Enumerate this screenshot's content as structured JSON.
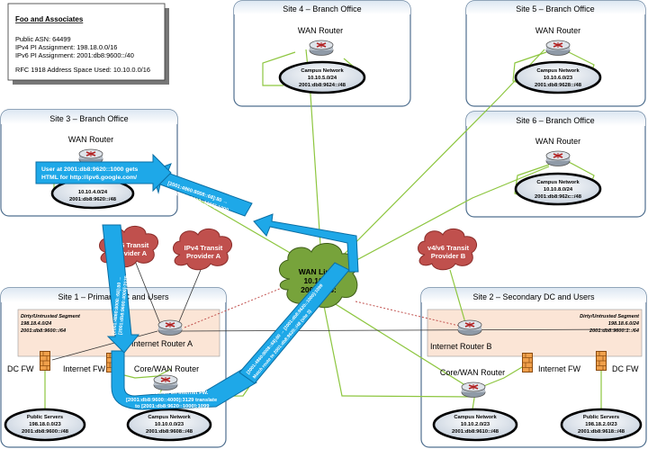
{
  "info_box": {
    "title": "Foo and Associates",
    "lines": [
      "Public ASN: 64499",
      "IPv4 PI Assignment: 198.18.0.0/16",
      "IPv6 PI Assignment: 2001:db8:9600::/40",
      "",
      "RFC 1918 Address Space Used: 10.10.0.0/16"
    ]
  },
  "sites": {
    "site4": {
      "title": "Site 4 – Branch Office",
      "router": "WAN Router",
      "campus": [
        "Campus Network",
        "10.10.5.0/24",
        "2001:db8:9624::/48"
      ]
    },
    "site5": {
      "title": "Site 5 – Branch Office",
      "router": "WAN Router",
      "campus": [
        "Campus Network",
        "10.10.6.0/23",
        "2001:db8:9628::/48"
      ]
    },
    "site6": {
      "title": "Site 6 – Branch Office",
      "router": "WAN Router",
      "campus": [
        "Campus Network",
        "10.10.8.0/24",
        "2001:db8:962c::/48"
      ]
    },
    "site3": {
      "title": "Site 3 – Branch Office",
      "router": "WAN Router",
      "campus": [
        "10.10.4.0/24",
        "2001:db8:9620::/48"
      ]
    },
    "site1": {
      "title": "Site 1 – Primary DC and Users",
      "dirty": [
        "Dirty/Untrusted Segment",
        "198.18.4.0/24",
        "2001:db8:9600::/64"
      ],
      "internet_router": "Internet Router A",
      "internet_fw": "Internet FW",
      "dc_fw": "DC FW",
      "core_router": "Core/WAN Router",
      "public_servers": [
        "Public Servers",
        "198.18.0.0/23",
        "2001:db8:9600::/48"
      ],
      "campus": [
        "Campus Network",
        "10.10.0.0/23",
        "2001:db8:9608::/48"
      ]
    },
    "site2": {
      "title": "Site 2 – Secondary DC and Users",
      "dirty": [
        "Dirty/Untrusted Segment",
        "198.18.6.0/24",
        "2001:db8:9600:1::/64"
      ],
      "internet_router": "Internet Router B",
      "internet_fw": "Internet FW",
      "dc_fw": "DC FW",
      "core_router": "Core/WAN Router",
      "campus": [
        "Campus Network",
        "10.10.2.0/23",
        "2001:db8:9610::/48"
      ],
      "public_servers": [
        "Public Servers",
        "198.18.2.0/23",
        "2001:db8:9618::/48"
      ]
    }
  },
  "clouds": {
    "transit1": [
      "IPv6 Transit",
      "Provider A"
    ],
    "transit2": [
      "IPv4 Transit",
      "Provider A"
    ],
    "transit3": [
      "v4/v6 Transit",
      "Provider B"
    ],
    "wan": [
      "WAN Links",
      "10.10.10",
      "2001:db8:"
    ]
  },
  "arrows": {
    "user_note": [
      "User at 2001:db8:9620::1000 gets",
      "HTML for http://ipv6.google.com/"
    ],
    "a1": [
      "[2001:4860:8008::68]:80 →",
      "[2001:db8:9620::1000]:1099"
    ],
    "a2": [
      "[2001:4860:8008::68]:80 →",
      "[2001:db8:9600:4000]:3129"
    ],
    "a3": [
      "Match session on Internet FW.",
      "[2001:db8:9600::4000]:3129 translate",
      "to [2001:db8:9620::1000]:1099"
    ],
    "a4": [
      "[2001:4860:8008::68]:80 → [2001:db8:9620::1000]:1099",
      "Match route to 2001:db8:9620::/48 (site 3)"
    ]
  },
  "colors": {
    "arrow": "#1ea8e8",
    "cloud_red": "#c0504d",
    "cloud_green": "#77a33b",
    "site_border": "#4f6f8f",
    "dirty_fill": "#fbe5d6",
    "firewall": "#e67e22",
    "link_green": "#8dc63f"
  }
}
